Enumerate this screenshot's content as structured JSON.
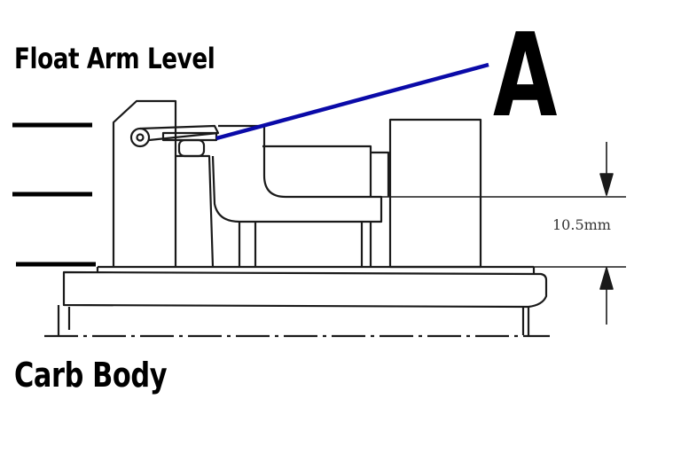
{
  "labels": {
    "title": "Float Arm Level",
    "body": "Carb Body",
    "callout": "A",
    "dimension": "10.5mm"
  },
  "colors": {
    "line": "#1a1a1a",
    "callout_line": "#0a0aa8",
    "label": "#000000"
  }
}
